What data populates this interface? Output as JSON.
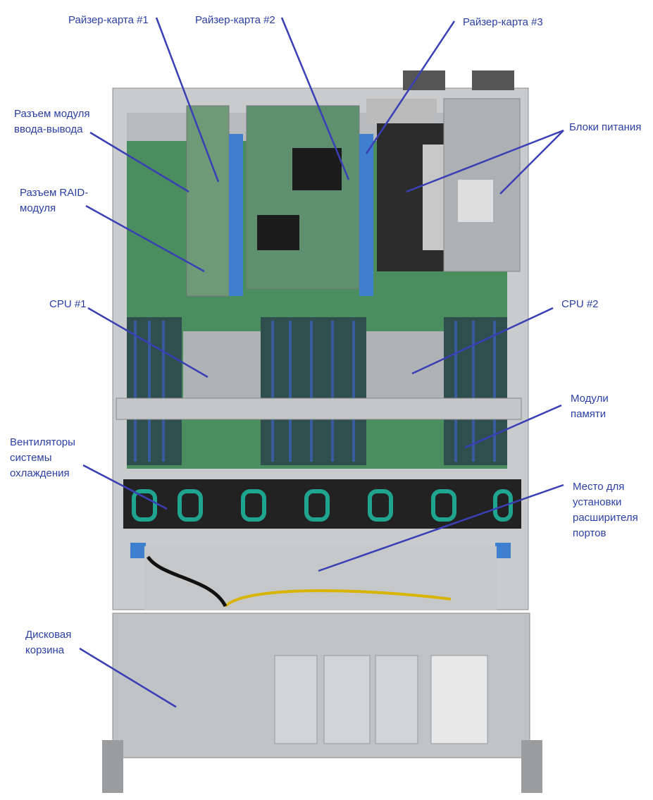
{
  "labels": {
    "riser1": "Райзер-карта #1",
    "riser2": "Райзер-карта #2",
    "riser3": "Райзер-карта #3",
    "io_module": "Разъем модуля\nввода-вывода",
    "raid_module": "Разъем RAID-\nмодуля",
    "psu": "Блоки питания",
    "cpu1": "CPU #1",
    "cpu2": "CPU #2",
    "memory": "Модули\nпамяти",
    "fans": "Вентиляторы\nсистемы\nохлаждения",
    "expander": "Место для\nустановки\nрасширителя\nпортов",
    "drive_cage": "Дисковая\nкорзина"
  },
  "colors": {
    "label_text": "#2b3fa6",
    "leader_line": "#3a3fb5",
    "pcb": "#3f8a5a",
    "chassis": "#bfc2c4",
    "fan_ring": "#1fa58f",
    "riser_blue": "#3f7fd0"
  }
}
